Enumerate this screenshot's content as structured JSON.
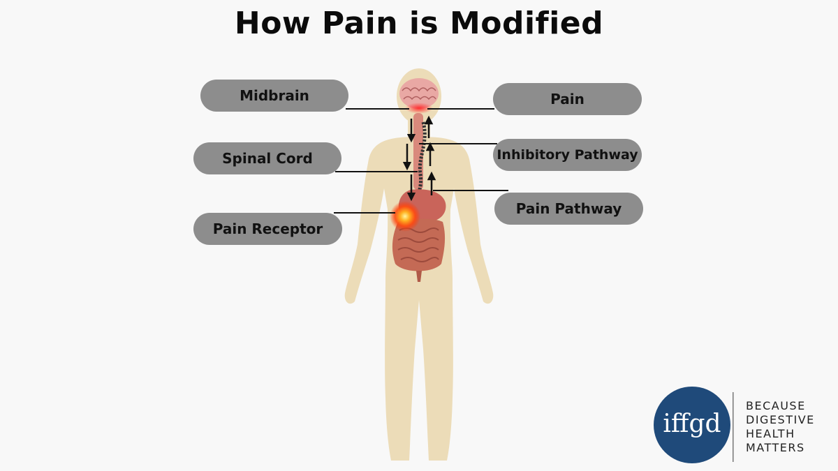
{
  "title": "How Pain is Modified",
  "labels": {
    "midbrain": "Midbrain",
    "spinal_cord": "Spinal Cord",
    "pain_receptor": "Pain Receptor",
    "pain": "Pain",
    "inhibitory_pathway": "Inhibitory Pathway",
    "pain_pathway": "Pain Pathway"
  },
  "logo": {
    "text": "iffgd",
    "tagline": [
      "BECAUSE",
      "DIGESTIVE",
      "HEALTH",
      "MATTERS"
    ]
  },
  "colors": {
    "background": "#f8f8f8",
    "label_fill": "#8d8d8d",
    "body_silhouette": "#ecdcb8",
    "logo_circle": "#1f4a7a",
    "pain_glow": "#ff5a1f"
  }
}
